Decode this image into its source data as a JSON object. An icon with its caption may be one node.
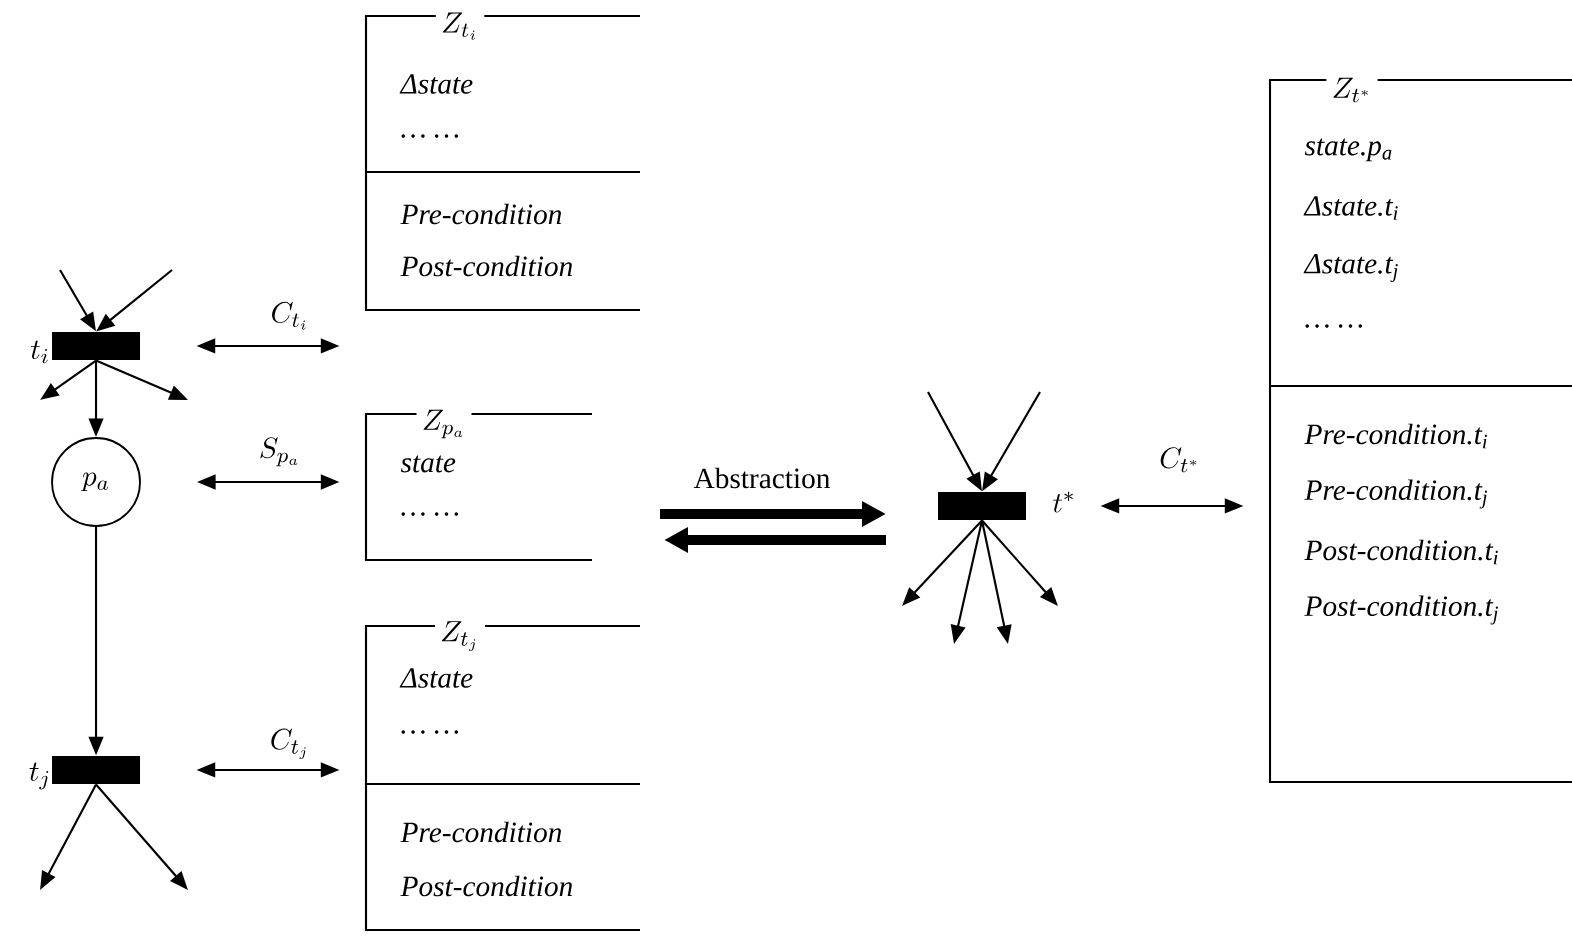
{
  "diagram": {
    "nodes": [
      {
        "text": [],
        "shape": "bar",
        "beside": [
          "t_i"
        ]
      },
      {
        "text": [
          "Z_{t_i}",
          "Δstate",
          "… …",
          "Pre-condition",
          "Post-condition"
        ]
      },
      {
        "text": [
          "p_a"
        ]
      },
      {
        "text": [
          "Z_{p_a}",
          "state",
          "… …"
        ]
      },
      {
        "text": [],
        "shape": "bar",
        "beside": [
          "t_j"
        ]
      },
      {
        "text": [
          "Z_{t_j}",
          "Δstate",
          "… …",
          "Pre-condition",
          "Post-condition"
        ]
      },
      {
        "text": [],
        "shape": "bar",
        "beside": [
          "t^*"
        ]
      },
      {
        "text": [
          "Z_{t^*}",
          "state.p$_{a}$",
          "Δstate.t$_{i}$",
          "Δstate.t$_{j}$",
          "… …",
          "Pre-condition.t$_{i}$",
          "Pre-condition.t$_{j}$",
          "Post-condition.t$_{i}$",
          "Post-condition.t$_{j}$"
        ]
      }
    ],
    "edges": [
      {
        "from": null,
        "to": 0,
        "arrow": "to"
      },
      {
        "from": null,
        "to": 0,
        "arrow": "to"
      },
      {
        "from": 0,
        "to": null,
        "arrow": "to"
      },
      {
        "from": 0,
        "to": null,
        "arrow": "to"
      },
      {
        "from": 0,
        "to": 2,
        "arrow": "to"
      },
      {
        "from": 2,
        "to": 4,
        "arrow": "to"
      },
      {
        "from": 4,
        "to": null,
        "arrow": "to"
      },
      {
        "from": 4,
        "to": null,
        "arrow": "to"
      },
      {
        "from": 0,
        "to": 1,
        "arrow": "both",
        "label": "C_{t_i}"
      },
      {
        "from": 2,
        "to": 3,
        "arrow": "both",
        "label": "S_{p_a}"
      },
      {
        "from": 4,
        "to": 5,
        "arrow": "both",
        "label": "C_{t_j}"
      },
      {
        "from": null,
        "to": 6,
        "arrow": "to"
      },
      {
        "from": null,
        "to": 6,
        "arrow": "to"
      },
      {
        "from": 6,
        "to": null,
        "arrow": "to"
      },
      {
        "from": 6,
        "to": null,
        "arrow": "to"
      },
      {
        "from": 6,
        "to": null,
        "arrow": "to"
      },
      {
        "from": 6,
        "to": null,
        "arrow": "to"
      },
      {
        "from": 6,
        "to": 7,
        "arrow": "both",
        "label": "C_{t^*}"
      }
    ],
    "labels": [
      "Abstraction"
    ]
  }
}
